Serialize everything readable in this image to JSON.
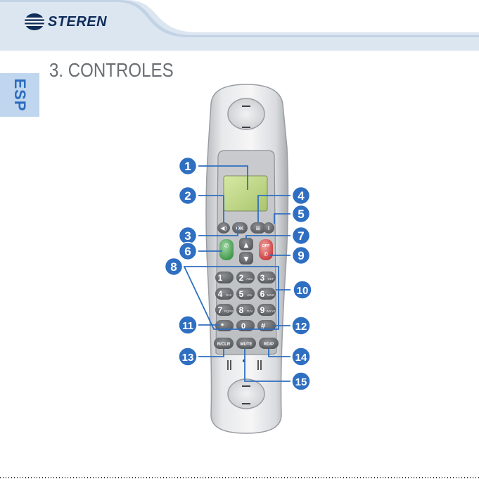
{
  "brand": {
    "name": "STEREN",
    "primary_color": "#0f2d59",
    "accent_color": "#2f6fc1"
  },
  "section": {
    "title": "3. CONTROLES"
  },
  "language_tab": {
    "label": "ESP"
  },
  "callouts": [
    "1",
    "2",
    "3",
    "4",
    "5",
    "6",
    "7",
    "8",
    "9",
    "10",
    "11",
    "12",
    "13",
    "14",
    "15"
  ],
  "keys": {
    "ok": "OK",
    "digits": [
      {
        "num": "1",
        "letters": ""
      },
      {
        "num": "2",
        "letters": "ABC"
      },
      {
        "num": "3",
        "letters": "DEF"
      },
      {
        "num": "4",
        "letters": "GHI"
      },
      {
        "num": "5",
        "letters": "JKL"
      },
      {
        "num": "6",
        "letters": "MNO"
      },
      {
        "num": "7",
        "letters": "PQRS"
      },
      {
        "num": "8",
        "letters": "TUV"
      },
      {
        "num": "9",
        "letters": "WXYZ"
      }
    ],
    "star": "*",
    "zero": "0",
    "hash": "#",
    "rclr": "R/CLR",
    "mute": "MUTE",
    "rdp": "RD/P",
    "off": "OFF"
  }
}
